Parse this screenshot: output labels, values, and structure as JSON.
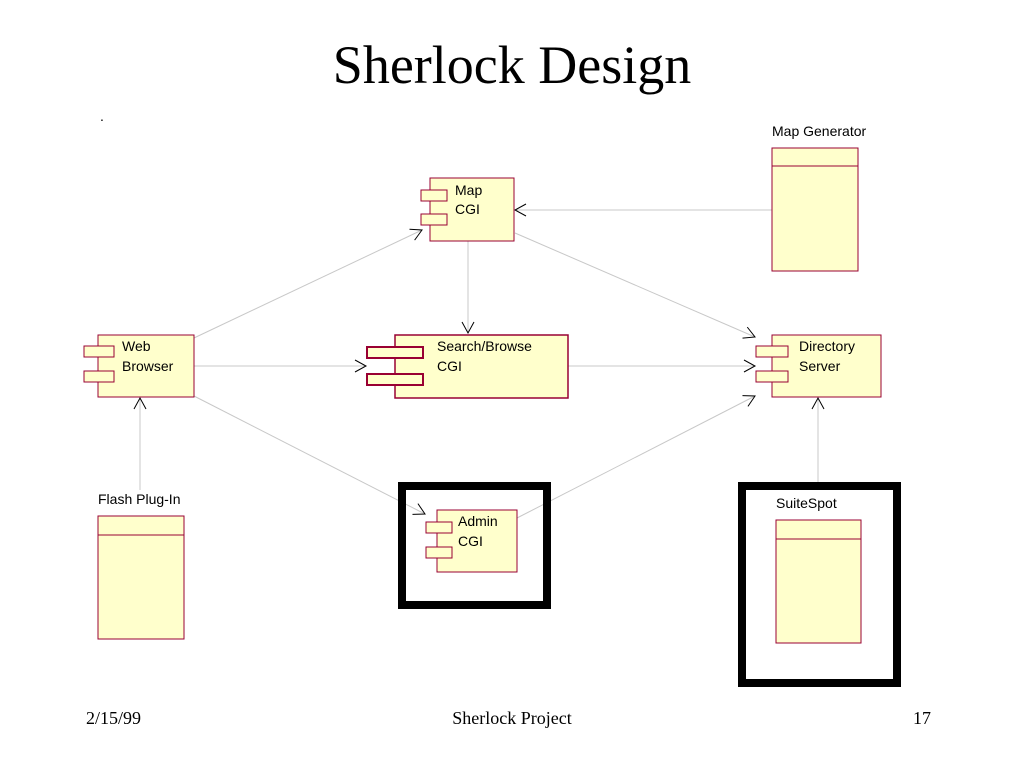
{
  "slide": {
    "title": "Sherlock Design",
    "dot": ".",
    "footer": {
      "date": "2/15/99",
      "project": "Sherlock Project",
      "page": "17"
    }
  },
  "diagram": {
    "components": {
      "map_cgi": [
        "Map",
        "CGI"
      ],
      "web_browser": [
        "Web",
        "Browser"
      ],
      "search_browse_cgi": [
        "Search/Browse",
        "CGI"
      ],
      "directory_server": [
        "Directory",
        "Server"
      ],
      "admin_cgi": [
        "Admin",
        "CGI"
      ]
    },
    "boxes": {
      "map_generator": "Map Generator",
      "flash_plugin": "Flash Plug-In",
      "suitespot": "SuiteSpot"
    },
    "colors": {
      "fill": "#ffffcc",
      "border": "#990033",
      "line": "#c8c8c8",
      "frame": "#000000"
    }
  }
}
